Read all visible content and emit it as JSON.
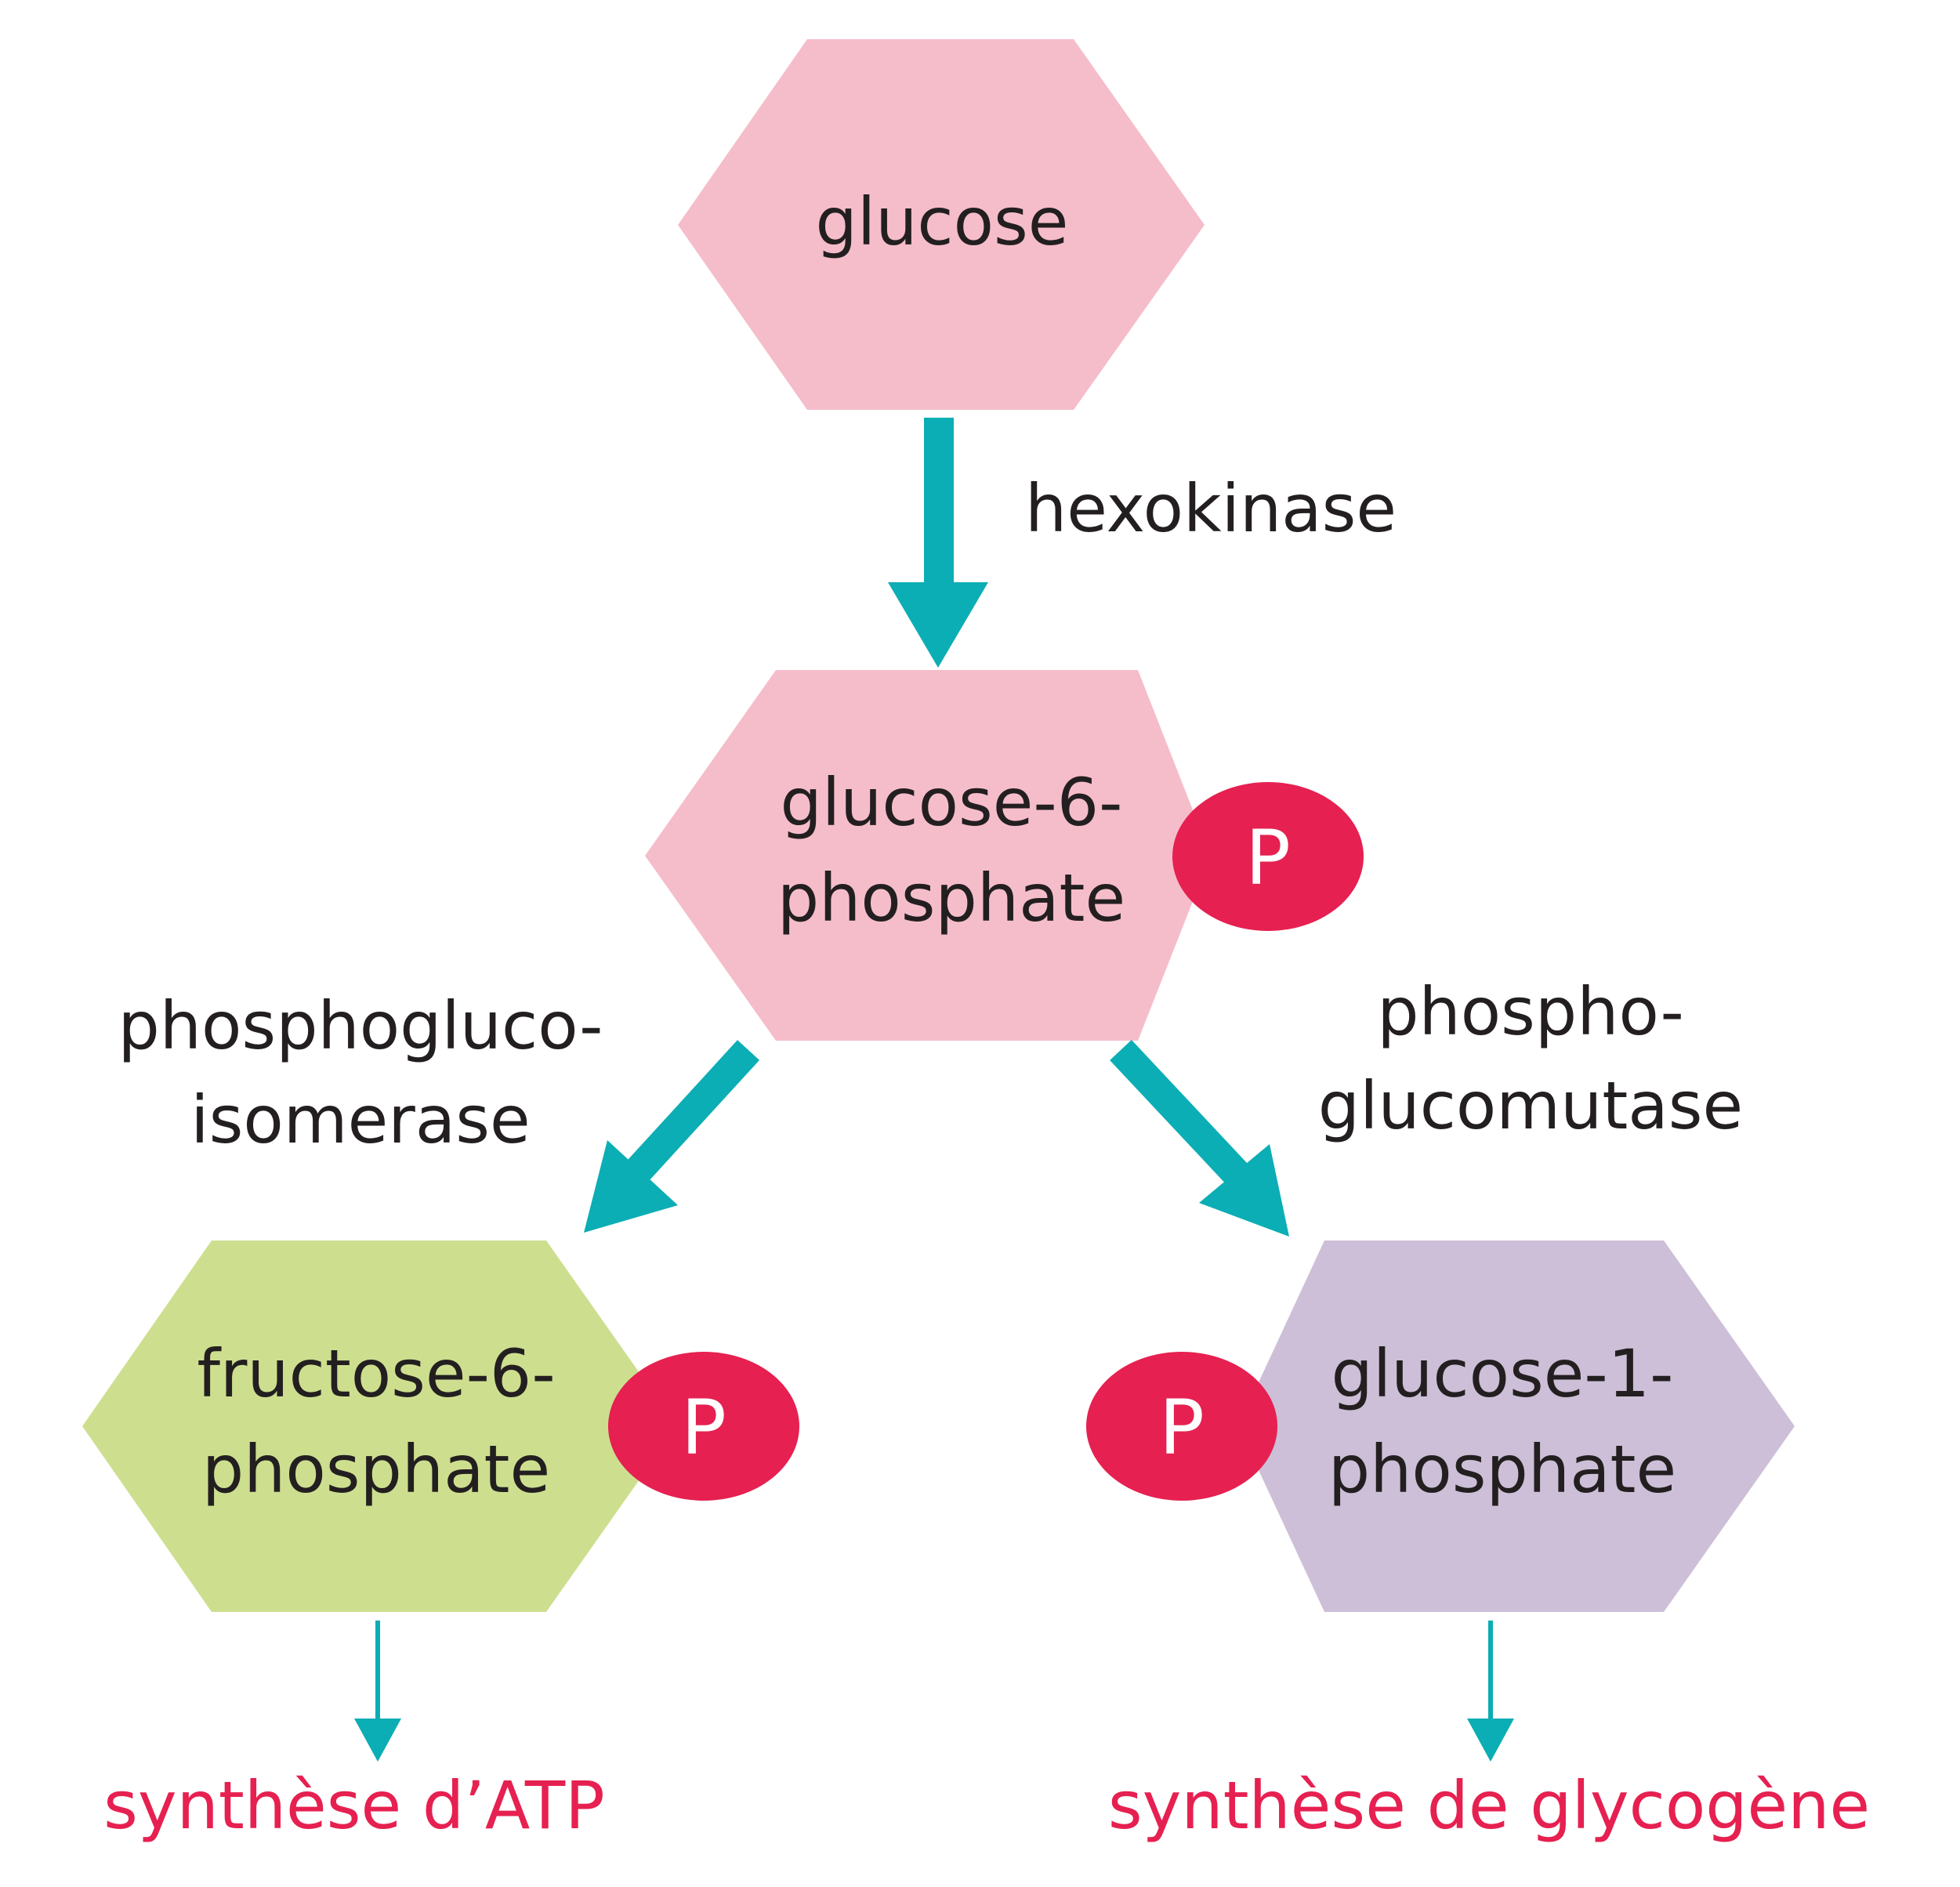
{
  "colors": {
    "pink_hex": "#f5bdca",
    "green_hex": "#cddf8f",
    "purple_hex": "#ccbfd7",
    "arrow": "#0baeb4",
    "phosphate": "#e62050",
    "output_text": "#e62050",
    "text": "#231f20"
  },
  "nodes": {
    "glucose": {
      "label": "glucose"
    },
    "g6p": {
      "line1": "glucose-6-",
      "line2": "phosphate"
    },
    "f6p": {
      "line1": "fructose-6-",
      "line2": "phosphate"
    },
    "g1p": {
      "line1": "glucose-1-",
      "line2": "phosphate"
    }
  },
  "phosphate_label": "P",
  "enzymes": {
    "hexokinase": "hexokinase",
    "phosphoglucoisomerase": {
      "line1": "phosphogluco-",
      "line2": "isomerase"
    },
    "phosphoglucomutase": {
      "line1": "phospho-",
      "line2": "glucomutase"
    }
  },
  "outputs": {
    "atp": "synthèse d’ATP",
    "glycogen": "synthèse de glycogène"
  }
}
